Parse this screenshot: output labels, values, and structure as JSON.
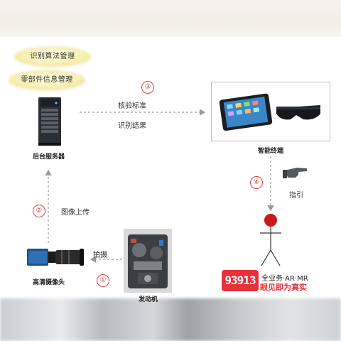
{
  "ovals": {
    "algorithm": "识别算法管理",
    "parts": "零部件信息管理"
  },
  "nodes": {
    "server": "后台服务器",
    "terminal": "智能终端",
    "camera": "高清摄像头",
    "engine": "发动机"
  },
  "edges": {
    "capture": "拍摄",
    "upload": "图像上传",
    "verify": "核验标准",
    "result": "识别结果",
    "guide": "指引"
  },
  "steps": [
    "①",
    "②",
    "③",
    "④"
  ],
  "watermark": {
    "badge": "93913",
    "top": "全业务·AR·MR",
    "bottom": "眼见即为真实"
  }
}
